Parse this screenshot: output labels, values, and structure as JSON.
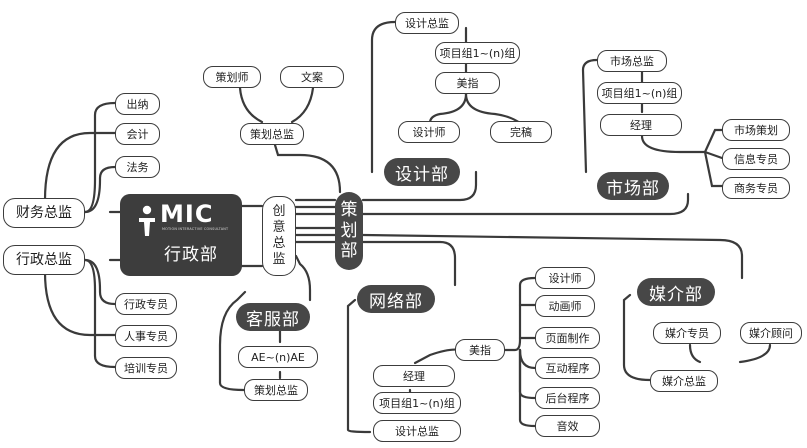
{
  "center": {
    "logo": "MIC",
    "logo_sub": "MOTION INTERACTIVE CONSULTANT",
    "label": "行政部"
  },
  "left": {
    "finance": {
      "title": "财务总监",
      "items": [
        "出纳",
        "会计",
        "法务"
      ]
    },
    "admin": {
      "title": "行政总监",
      "items": [
        "行政专员",
        "人事专员",
        "培训专员"
      ]
    }
  },
  "creative_director": [
    "创",
    "意",
    "总",
    "监"
  ],
  "planning": {
    "label_chars": [
      "策",
      "划",
      "部"
    ],
    "director": "策划总监",
    "children": [
      "策划师",
      "文案"
    ]
  },
  "design": {
    "label": "设计部",
    "director": "设计总监",
    "team": "项目组1~(n)组",
    "art": "美指",
    "children": [
      "设计师",
      "完稿"
    ]
  },
  "marketing": {
    "label": "市场部",
    "director": "市场总监",
    "team": "项目组1~(n)组",
    "manager": "经理",
    "children": [
      "市场策划",
      "信息专员",
      "商务专员"
    ]
  },
  "customer": {
    "label": "客服部",
    "ae": "AE~(n)AE",
    "director": "策划总监"
  },
  "network": {
    "label": "网络部",
    "manager": "经理",
    "team": "项目组1~(n)组",
    "director": "设计总监",
    "art": "美指",
    "children": [
      "设计师",
      "动画师",
      "页面制作",
      "互动程序",
      "后台程序",
      "音效"
    ]
  },
  "media": {
    "label": "媒介部",
    "specialist": "媒介专员",
    "consultant": "媒介顾问",
    "director": "媒介总监"
  }
}
